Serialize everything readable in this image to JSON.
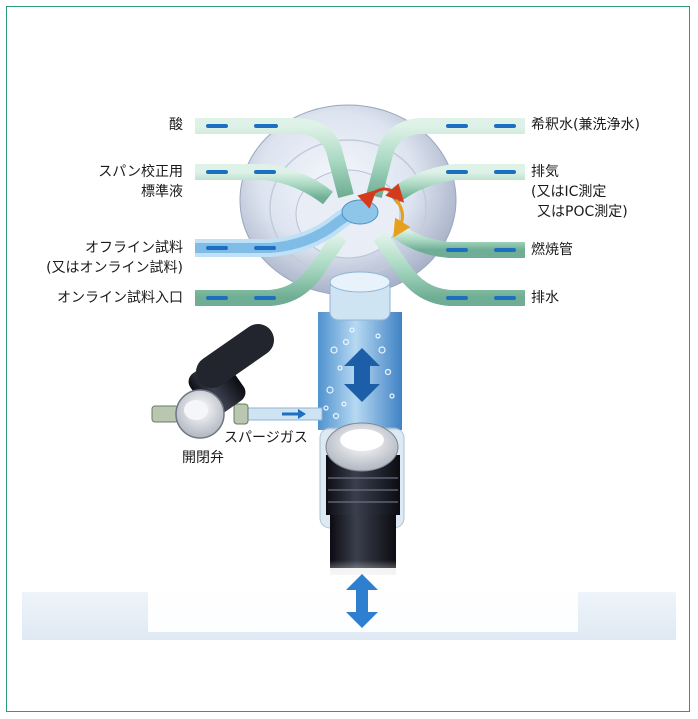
{
  "labels": {
    "acid": "酸",
    "span_line1": "スパン校正用",
    "span_line2": "標準液",
    "offline_line1": "オフライン試料",
    "offline_line2": "(又はオンライン試料)",
    "online_inlet": "オンライン試料入口",
    "dilution": "希釈水(兼洗浄水)",
    "exhaust_line1": "排気",
    "exhaust_line2": "(又はIC測定",
    "exhaust_line3": "又はPOC測定)",
    "combustion": "燃焼管",
    "drain": "排水",
    "valve": "開閉弁",
    "sparge_gas": "スパージガス"
  },
  "colors": {
    "frame": "#2f9a78",
    "tube": "#b9e2cf",
    "flow": "#1d6fc0",
    "accent_arrow": "#d63a1c"
  }
}
